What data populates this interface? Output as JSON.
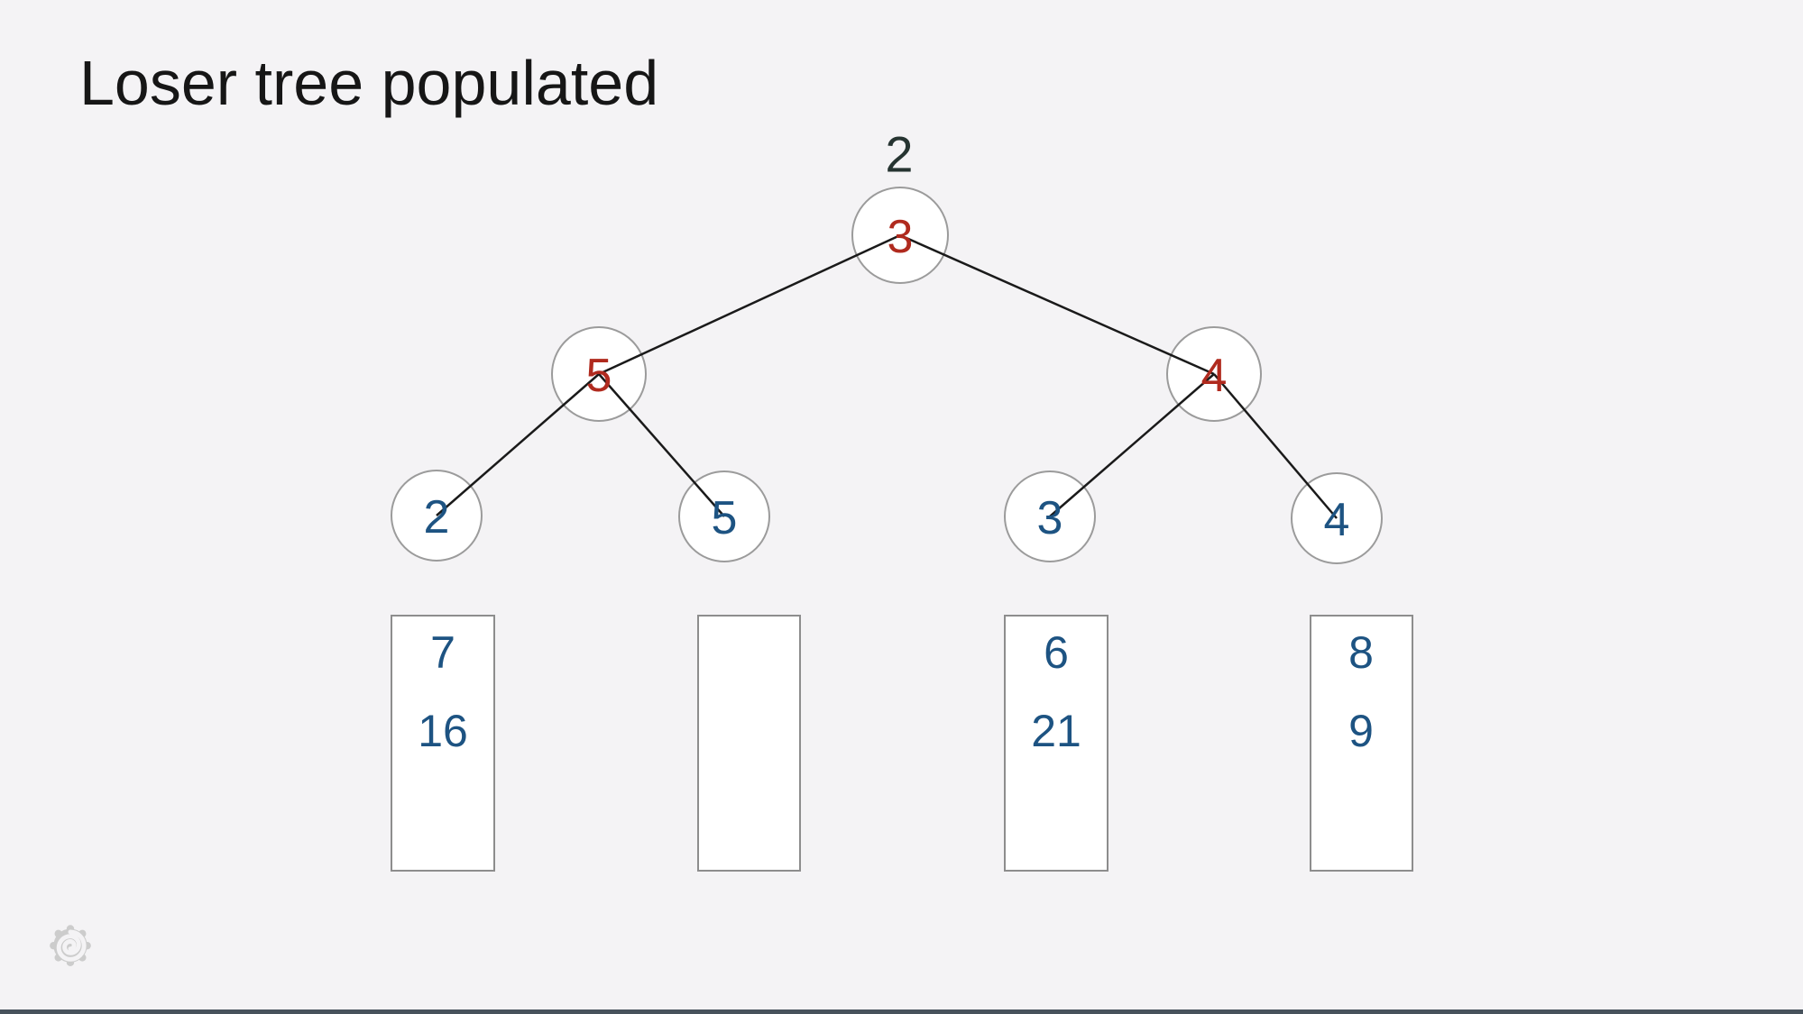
{
  "slide": {
    "title": "Loser tree populated"
  },
  "tree": {
    "overall_winner": "2",
    "root": {
      "value": "3"
    },
    "internal": [
      {
        "value": "5"
      },
      {
        "value": "4"
      }
    ],
    "leaves": [
      {
        "value": "2"
      },
      {
        "value": "5"
      },
      {
        "value": "3"
      },
      {
        "value": "4"
      }
    ]
  },
  "buffers": [
    {
      "values": [
        "7",
        "16"
      ]
    },
    {
      "values": []
    },
    {
      "values": [
        "6",
        "21"
      ]
    },
    {
      "values": [
        "8",
        "9"
      ]
    }
  ],
  "icons": {
    "bottom_left": "grafana-spiral-icon"
  },
  "colors": {
    "background": "#f4f3f5",
    "loser_value": "#b02a1e",
    "leaf_value": "#1d5382",
    "winner_label": "#263431",
    "edge": "#1a1a1a",
    "node_border": "#9b9b9b",
    "box_border": "#8d8d8d",
    "bottom_bar": "#47525c",
    "logo": "#cccccc",
    "title_text": "#161616"
  }
}
